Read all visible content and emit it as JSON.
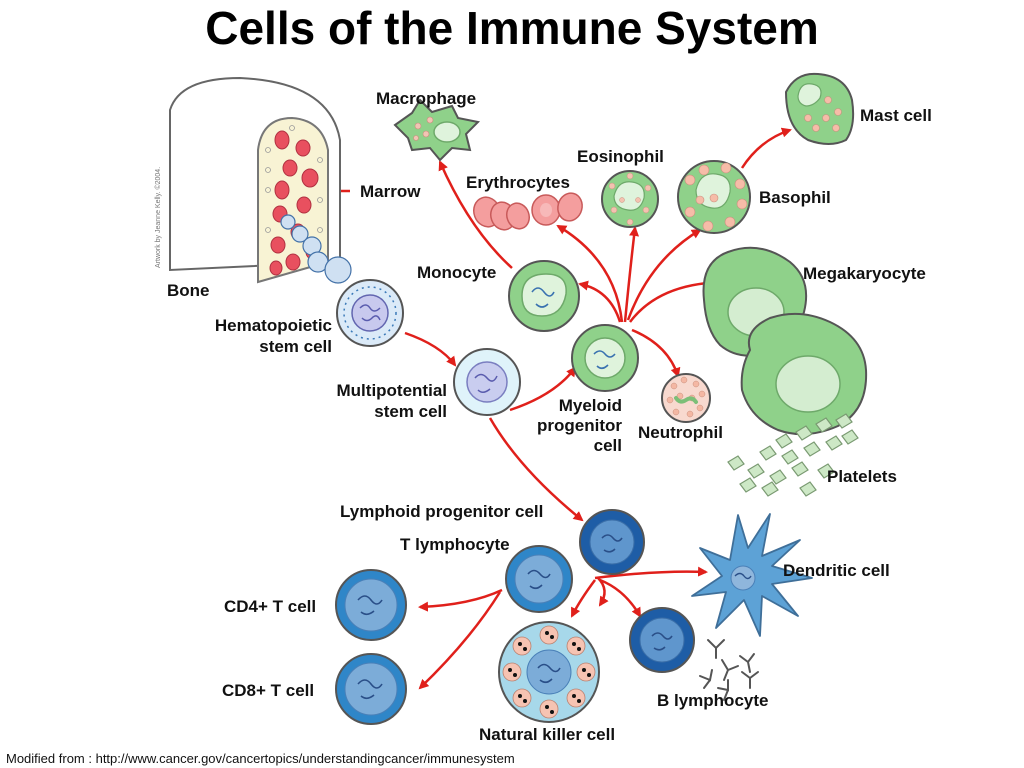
{
  "title": "Cells of the Immune System",
  "credit": "Artwork by Jeanne Kelly. ©2004.",
  "footer": "Modified from : http://www.cancer.gov/cancertopics/understandingcancer/immunesystem",
  "colors": {
    "arrow": "#e0201b",
    "myeloid_green": "#8fd18a",
    "lymphoid_blue": "#2f7dc0",
    "marrow_red": "#e8505f"
  },
  "labels": {
    "macrophage": "Macrophage",
    "mast_cell": "Mast cell",
    "eosinophil": "Eosinophil",
    "erythrocytes": "Erythrocytes",
    "basophil": "Basophil",
    "marrow": "Marrow",
    "monocyte": "Monocyte",
    "megakaryocyte": "Megakaryocyte",
    "bone": "Bone",
    "hsc_line1": "Hematopoietic",
    "hsc_line2": "stem cell",
    "multi_line1": "Multipotential",
    "multi_line2": "stem cell",
    "myeloid_line1": "Myeloid",
    "myeloid_line2": "progenitor",
    "myeloid_line3": "cell",
    "neutrophil": "Neutrophil",
    "platelets": "Platelets",
    "lymphoid": "Lymphoid progenitor cell",
    "t_lymphocyte": "T lymphocyte",
    "dendritic": "Dendritic cell",
    "cd4": "CD4+ T cell",
    "cd8": "CD8+ T cell",
    "b_lymphocyte": "B lymphocyte",
    "nk": "Natural killer cell"
  }
}
